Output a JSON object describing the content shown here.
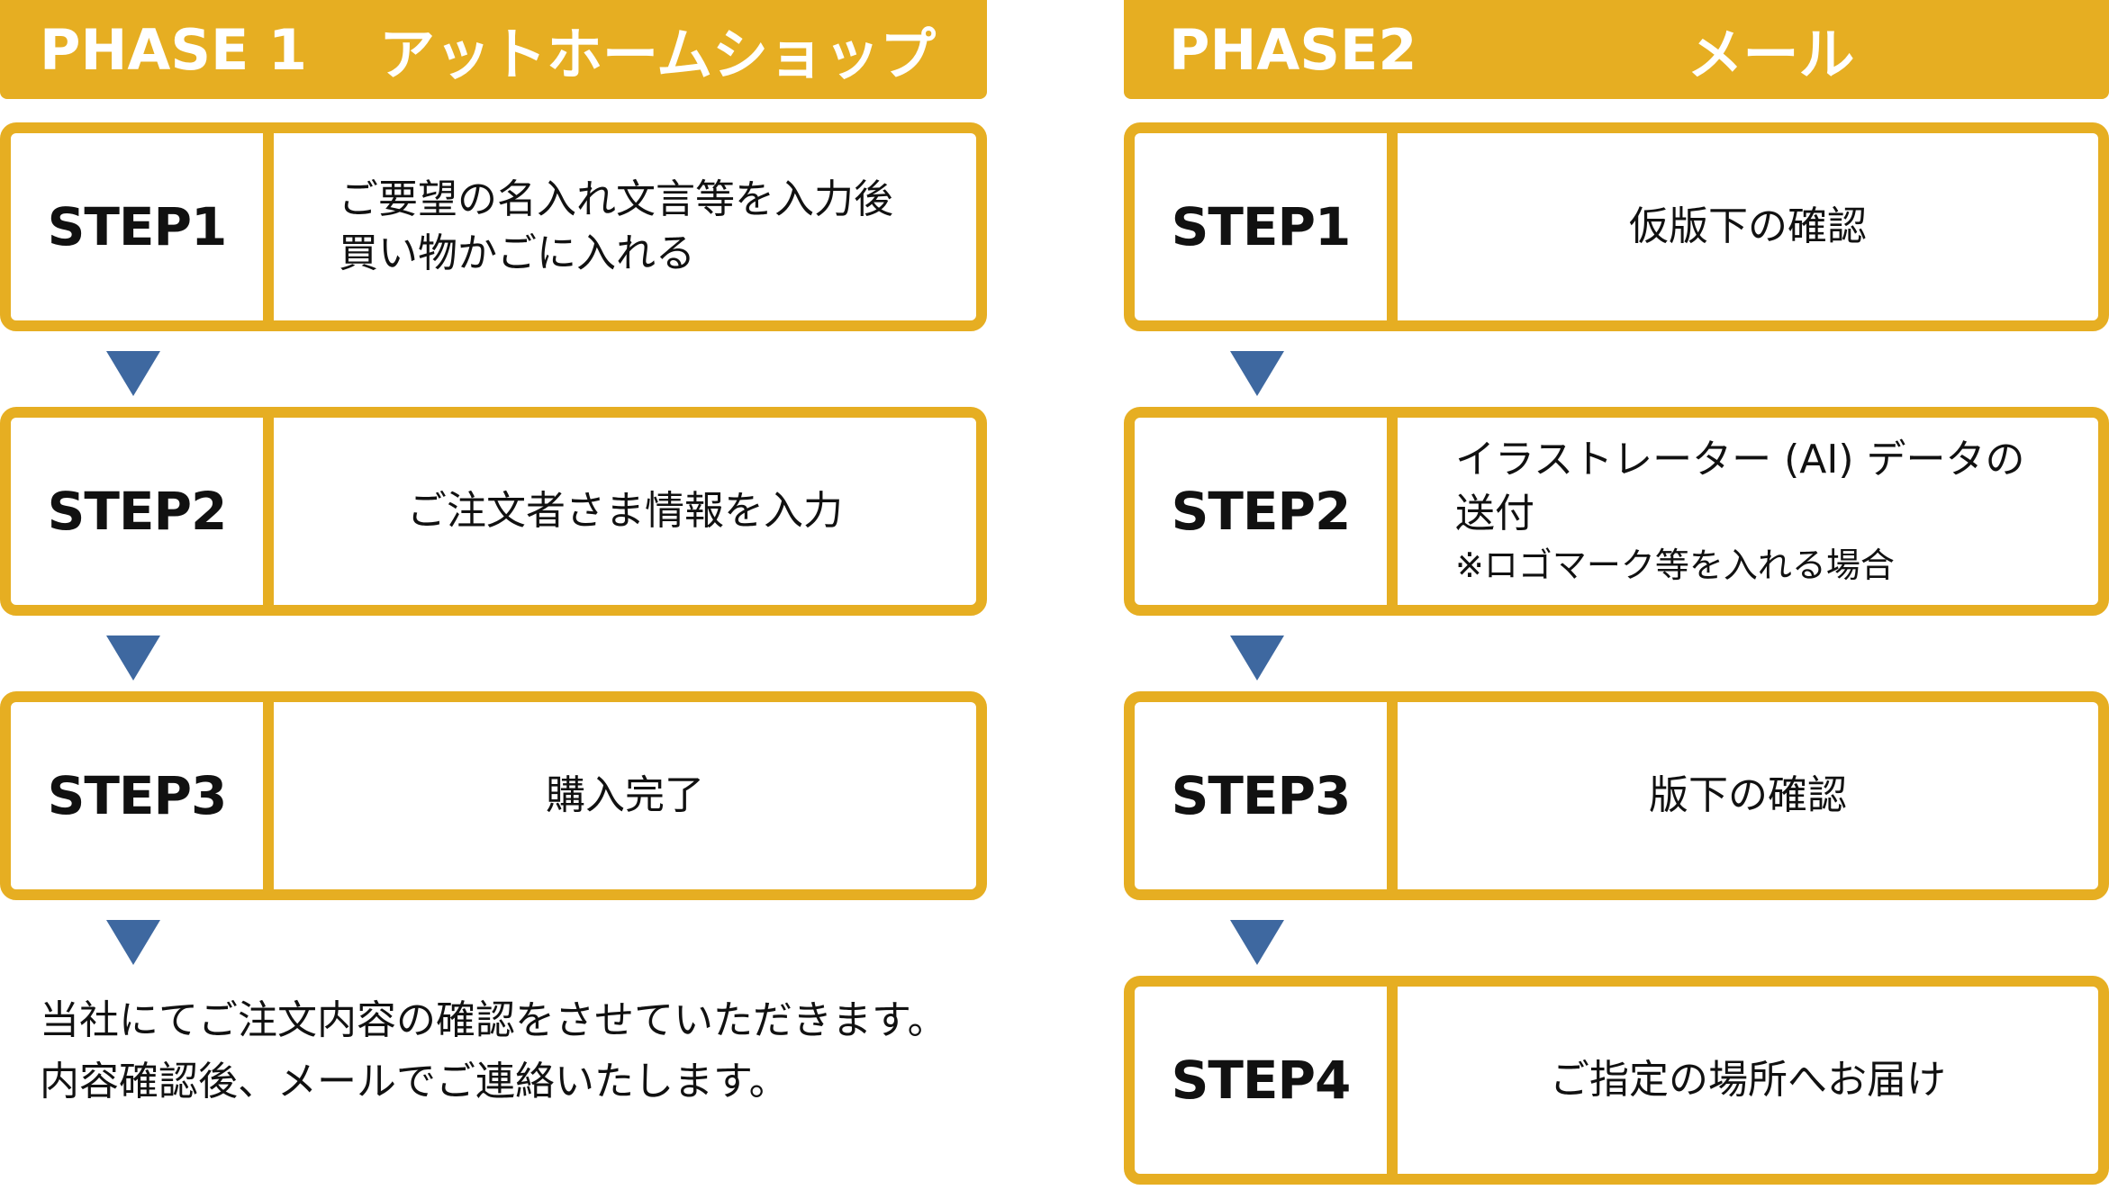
{
  "phase1": {
    "label": "PHASE 1",
    "name": "アットホームショップ",
    "steps": [
      {
        "label": "STEP1",
        "lines": [
          "ご要望の名入れ文言等を入力後",
          "買い物かごに入れる"
        ]
      },
      {
        "label": "STEP2",
        "lines": [
          "ご注文者さま情報を入力"
        ]
      },
      {
        "label": "STEP3",
        "lines": [
          "購入完了"
        ]
      }
    ],
    "footnote": [
      "当社にてご注文内容の確認をさせていただきます。",
      "内容確認後、メールでご連絡いたします。"
    ]
  },
  "phase2": {
    "label": "PHASE2",
    "name": "メール",
    "steps": [
      {
        "label": "STEP1",
        "lines": [
          "仮版下の確認"
        ]
      },
      {
        "label": "STEP2",
        "lines": [
          "イラストレーター (AI) データの",
          "送付"
        ],
        "note": "※ロゴマーク等を入れる場合"
      },
      {
        "label": "STEP3",
        "lines": [
          "版下の確認"
        ]
      },
      {
        "label": "STEP4",
        "lines": [
          "ご指定の場所へお届け"
        ]
      }
    ]
  },
  "colors": {
    "accent": "#e6ae22",
    "arrow": "#3e68a0"
  }
}
